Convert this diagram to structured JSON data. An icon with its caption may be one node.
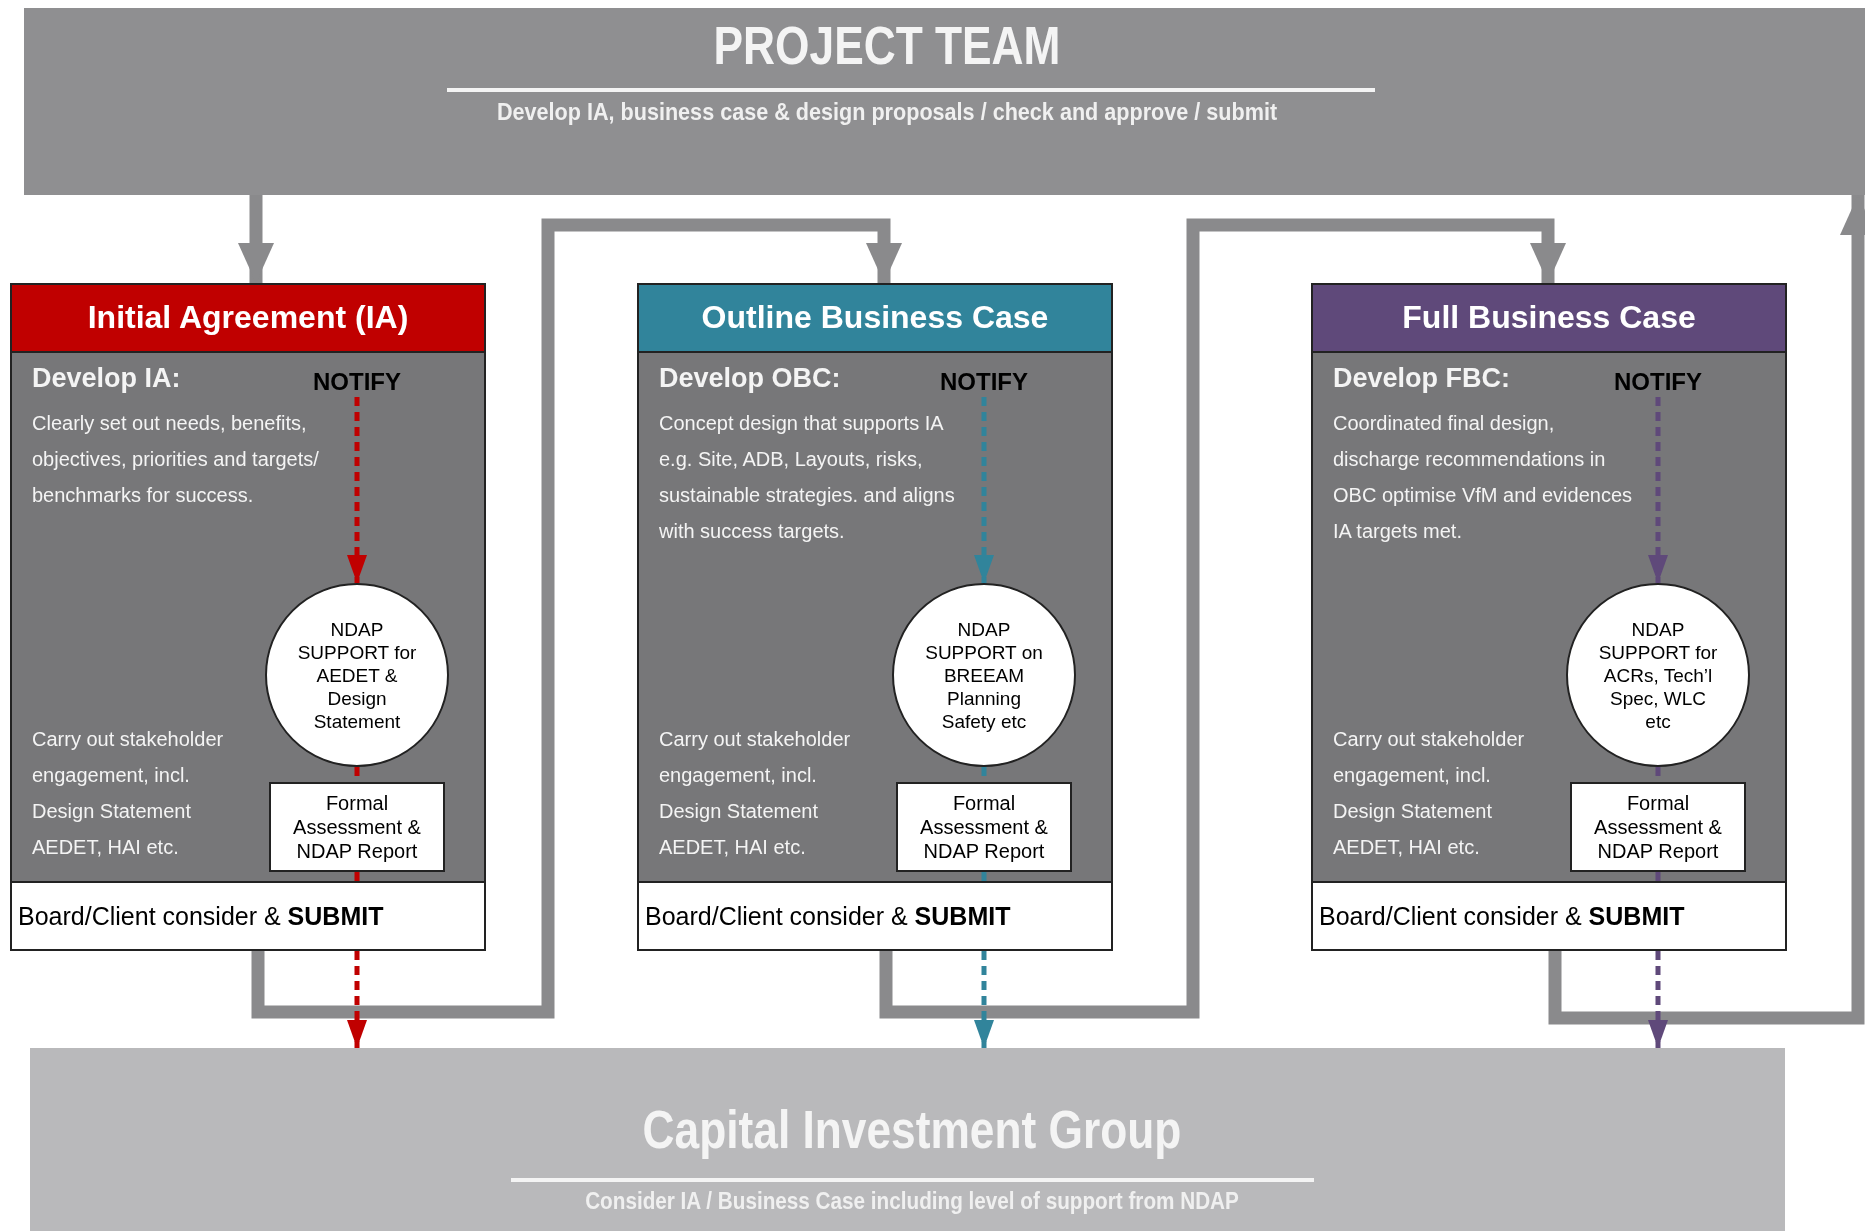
{
  "diagram": {
    "nodes": [
      {
        "text": [
          "PROJECT TEAM",
          "Develop IA, business case & design proposals / check and approve / submit"
        ]
      },
      {
        "text": [
          "Initial Agreement (IA)",
          "Develop IA:",
          "Clearly set out needs, benefits, objectives, priorities and targets/ benchmarks for success.",
          "Carry out stakeholder engagement, incl. Design Statement AEDET, HAI etc."
        ]
      },
      {
        "text": [
          "NOTIFY"
        ],
        "in": 1
      },
      {
        "text": [
          "NDAP SUPPORT for AEDET & Design Statement"
        ],
        "in": 1
      },
      {
        "text": [
          "Formal Assessment & NDAP Report"
        ],
        "in": 1
      },
      {
        "text": [
          "Board/Client consider & **SUBMIT**"
        ],
        "in": 1
      },
      {
        "text": [
          "Outline Business Case",
          "Develop OBC:",
          "Concept design that supports IA e.g. Site, ADB, Layouts, risks, sustainable strategies. and aligns with success targets.",
          "Carry out stakeholder engagement, incl. Design Statement AEDET, HAI etc."
        ]
      },
      {
        "text": [
          "NOTIFY"
        ],
        "in": 6
      },
      {
        "text": [
          "NDAP SUPPORT on BREEAM Planning Safety etc"
        ],
        "in": 6
      },
      {
        "text": [
          "Formal Assessment & NDAP Report"
        ],
        "in": 6
      },
      {
        "text": [
          "Board/Client consider & **SUBMIT**"
        ],
        "in": 6
      },
      {
        "text": [
          "Full Business Case",
          "Develop FBC:",
          "Coordinated final design, discharge recommendations in OBC optimise VfM and evidences IA targets met.",
          "Carry out stakeholder engagement, incl. Design Statement AEDET, HAI etc."
        ]
      },
      {
        "text": [
          "NOTIFY"
        ],
        "in": 11
      },
      {
        "text": [
          "NDAP SUPPORT for ACRs, Tech’l Spec, WLC etc"
        ],
        "in": 11
      },
      {
        "text": [
          "Formal Assessment & NDAP Report"
        ],
        "in": 11
      },
      {
        "text": [
          "Board/Client consider & **SUBMIT**"
        ],
        "in": 11
      },
      {
        "text": [
          "Capital Investment Group",
          "Consider IA / Business Case including level of support from NDAP"
        ]
      }
    ],
    "edges": [
      {
        "from": 0,
        "to": 1,
        "arrow": "to",
        "style": "thick",
        "color": "#8a8a8c"
      },
      {
        "from": 5,
        "to": 6,
        "arrow": "to",
        "style": "thick",
        "color": "#8a8a8c"
      },
      {
        "from": 10,
        "to": 11,
        "arrow": "to",
        "style": "thick",
        "color": "#8a8a8c"
      },
      {
        "from": 15,
        "to": 0,
        "arrow": "to",
        "style": "thick",
        "color": "#8a8a8c"
      },
      {
        "from": 2,
        "to": 3,
        "arrow": "to",
        "style": "dashed",
        "color": "#c00000"
      },
      {
        "from": 3,
        "to": 4,
        "arrow": "none",
        "style": "dashed",
        "color": "#c00000"
      },
      {
        "from": 4,
        "to": 5,
        "arrow": "none",
        "style": "dashed",
        "color": "#c00000"
      },
      {
        "from": 5,
        "to": 16,
        "arrow": "to",
        "style": "dashed",
        "color": "#c00000"
      },
      {
        "from": 7,
        "to": 8,
        "arrow": "to",
        "style": "dashed",
        "color": "#31849b"
      },
      {
        "from": 8,
        "to": 9,
        "arrow": "none",
        "style": "dashed",
        "color": "#31849b"
      },
      {
        "from": 9,
        "to": 10,
        "arrow": "none",
        "style": "dashed",
        "color": "#31849b"
      },
      {
        "from": 10,
        "to": 16,
        "arrow": "to",
        "style": "dashed",
        "color": "#31849b"
      },
      {
        "from": 12,
        "to": 13,
        "arrow": "to",
        "style": "dashed",
        "color": "#5f497a"
      },
      {
        "from": 13,
        "to": 14,
        "arrow": "none",
        "style": "dashed",
        "color": "#5f497a"
      },
      {
        "from": 14,
        "to": 15,
        "arrow": "none",
        "style": "dashed",
        "color": "#5f497a"
      },
      {
        "from": 15,
        "to": 16,
        "arrow": "to",
        "style": "dashed",
        "color": "#5f497a"
      }
    ]
  }
}
